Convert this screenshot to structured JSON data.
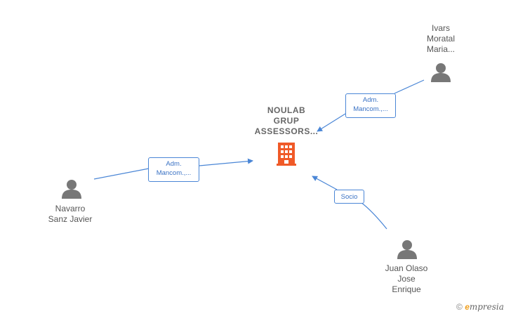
{
  "company": {
    "name_lines": [
      "NOULAB",
      "GRUP",
      "ASSESSORS..."
    ],
    "icon": "building-icon",
    "color": "#f05a28"
  },
  "people": [
    {
      "id": "ivars",
      "name_lines": [
        "Ivars",
        "Moratal",
        "Maria..."
      ],
      "icon": "person-icon"
    },
    {
      "id": "navarro",
      "name_lines": [
        "Navarro",
        "Sanz Javier"
      ],
      "icon": "person-icon"
    },
    {
      "id": "juan",
      "name_lines": [
        "Juan Olaso",
        "Jose",
        "Enrique"
      ],
      "icon": "person-icon"
    }
  ],
  "relations": [
    {
      "from": "ivars",
      "label_lines": [
        "Adm.",
        "Mancom.,..."
      ]
    },
    {
      "from": "navarro",
      "label_lines": [
        "Adm.",
        "Mancom.,..."
      ]
    },
    {
      "from": "juan",
      "label_lines": [
        "Socio"
      ]
    }
  ],
  "colors": {
    "edge": "#4a86d6",
    "person_icon": "#777777"
  },
  "brand": {
    "copyright": "©",
    "initial": "e",
    "rest": "mpresia"
  }
}
